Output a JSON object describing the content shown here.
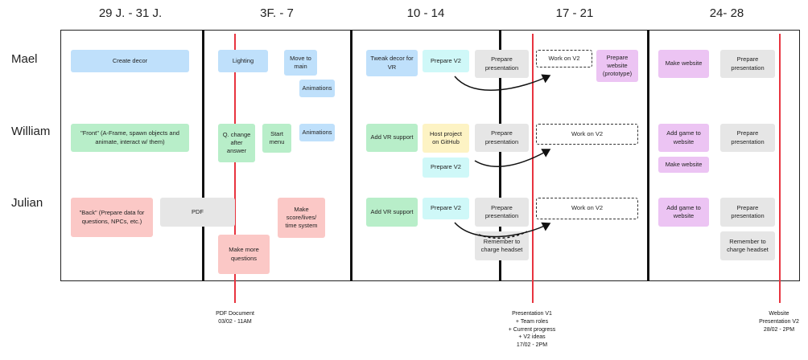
{
  "columns": [
    "29 J. - 31 J.",
    "3F. - 7",
    "10 - 14",
    "17 - 21",
    "24- 28"
  ],
  "rows": [
    "Mael",
    "William",
    "Julian"
  ],
  "cards": {
    "mael_create_decor": "Create decor",
    "mael_lighting": "Lighting",
    "mael_move_main": "Move to main",
    "mael_animations": "Animations",
    "mael_tweak_decor": "Tweak decor for VR",
    "mael_prepare_v2": "Prepare V2",
    "mael_prepare_presentation": "Prepare presentation",
    "mael_work_v2": "Work on V2",
    "mael_prepare_website": "Prepare website (prototype)",
    "mael_make_website": "Make website",
    "mael_prepare_presentation_2": "Prepare presentation",
    "william_front": "\"Front\" (A-Frame, spawn objects and animate, interact w/ them)",
    "william_q_change": "Q. change after answer",
    "william_start_menu": "Start menu",
    "william_animations": "Animations",
    "william_add_vr": "Add VR support",
    "william_host_project": "Host project on GitHub",
    "william_prepare_v2": "Prepare V2",
    "william_prepare_presentation": "Prepare presentation",
    "william_work_v2": "Work on V2",
    "william_add_game": "Add game to website",
    "william_make_website": "Make website",
    "william_prepare_presentation_2": "Prepare presentation",
    "julian_back": "\"Back\" (Prepare data for questions, NPCs, etc.)",
    "julian_pdf": "PDF",
    "julian_make_questions": "Make more questions",
    "julian_score": "Make score/lives/ time system",
    "julian_add_vr": "Add VR support",
    "julian_prepare_v2": "Prepare V2",
    "julian_prepare_presentation": "Prepare presentation",
    "julian_work_v2": "Work on V2",
    "julian_remember_charge": "Remember to charge headset",
    "julian_add_game": "Add game to website",
    "julian_prepare_presentation_2": "Prepare presentation",
    "julian_remember_charge_2": "Remember to charge headset"
  },
  "milestones": {
    "pdf_doc": [
      "PDF Document",
      "03/02 - 11AM"
    ],
    "presentation_v1": [
      "Presentation V1",
      "+ Team roles",
      "+ Current progress",
      "+ V2 ideas",
      "17/02 - 2PM"
    ],
    "website": [
      "Website",
      "Presentation V2",
      "28/02 - 2PM"
    ]
  },
  "colors": {
    "blue": "#bfe0fb",
    "cyan": "#cff8f8",
    "gray": "#e6e6e6",
    "green": "#b8eec9",
    "yellow": "#fdf3c4",
    "pink": "#fbc8c6",
    "purple": "#ecc4f3",
    "milestone_line": "#e8343f"
  }
}
